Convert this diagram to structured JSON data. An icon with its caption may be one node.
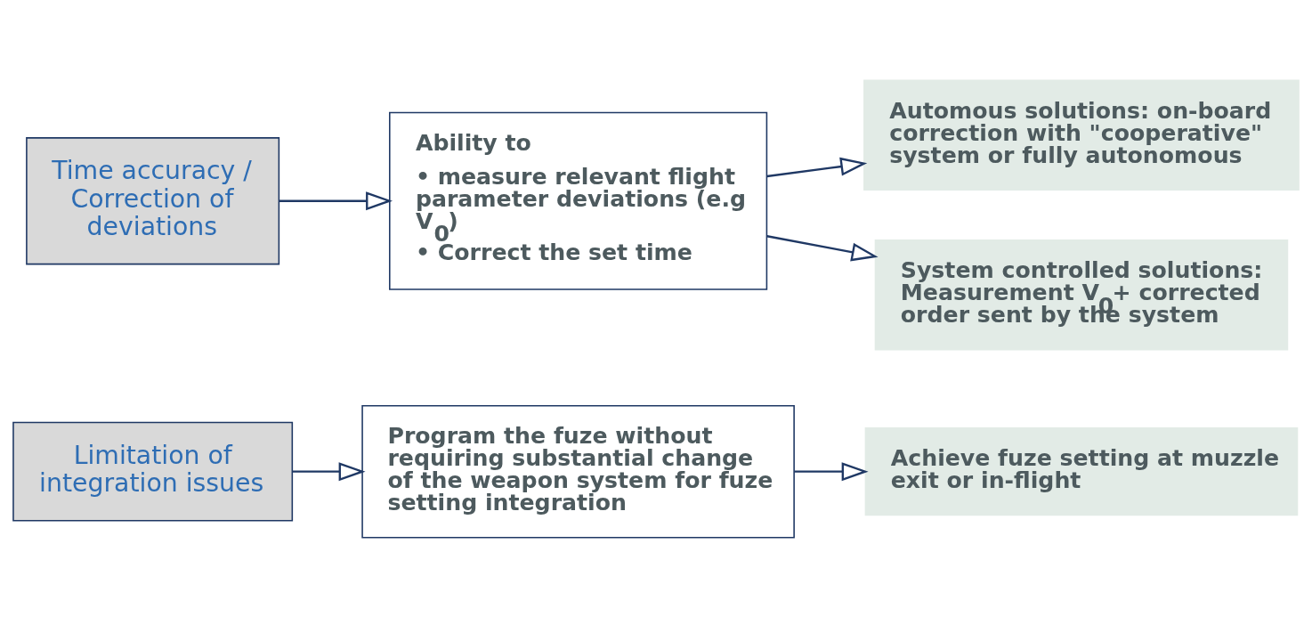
{
  "diagram": {
    "nodes": [
      {
        "text": [
          "Limitation of integration issues"
        ]
      },
      {
        "text": [
          "Program the fuze without requiring substantial change of the weapon system for fuze setting integration"
        ]
      },
      {
        "text": [
          "Achieve fuze setting at muzzle exit or in-flight"
        ]
      },
      {
        "text": [
          "Time accuracy / Correction of deviations"
        ]
      },
      {
        "text": [
          "Ability to",
          "• measure relevant flight parameter deviations (e.g V$_{0}$)",
          "• Correct the set time"
        ]
      },
      {
        "text": [
          "Automous solutions: on-board correction with \"cooperative\" system or fully autonomous"
        ]
      },
      {
        "text": [
          "System controlled solutions: Measurement V$_{0}$+ corrected order sent by the system"
        ]
      }
    ],
    "edges": [
      {
        "from": 0,
        "to": 1,
        "arrow": "to"
      },
      {
        "from": 1,
        "to": 2,
        "arrow": "to"
      },
      {
        "from": 3,
        "to": 4,
        "arrow": "to"
      },
      {
        "from": 4,
        "to": 5,
        "arrow": "to"
      },
      {
        "from": 4,
        "to": 6,
        "arrow": "to"
      }
    ]
  }
}
